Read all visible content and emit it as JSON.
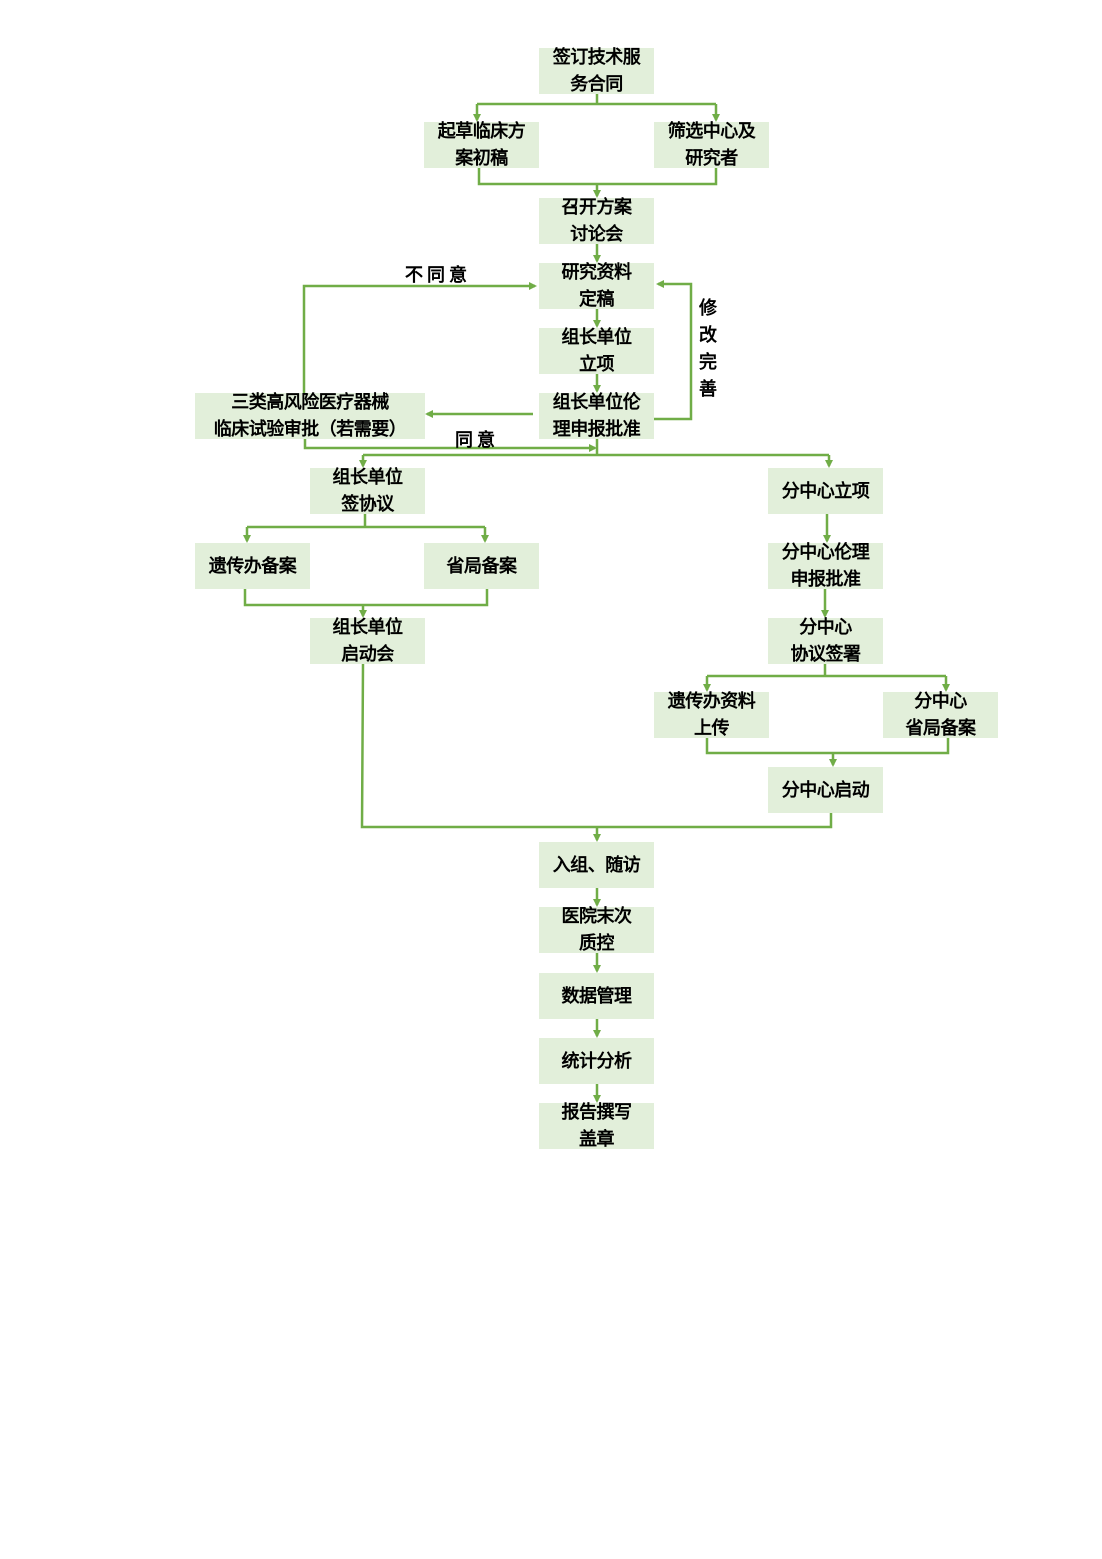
{
  "colors": {
    "box_fill": "#e2efda",
    "connector": "#70ad47",
    "text": "#000000"
  },
  "nodes": {
    "sign_contract": "签订技术服\n务合同",
    "draft_protocol": "起草临床方\n案初稿",
    "screen_centers": "筛选中心及\n研究者",
    "protocol_meeting": "召开方案\n讨论会",
    "finalize_docs": "研究资料\n定稿",
    "lead_project": "组长单位\n立项",
    "lead_ethics": "组长单位伦\n理申报批准",
    "class3_approval": "三类高风险医疗器械\n临床试验审批（若需要）",
    "lead_agreement": "组长单位\n签协议",
    "sub_project": "分中心立项",
    "genetic_filing": "遗传办备案",
    "province_filing": "省局备案",
    "sub_ethics": "分中心伦理\n申报批准",
    "lead_kickoff": "组长单位\n启动会",
    "sub_agreement": "分中心\n协议签署",
    "genetic_upload": "遗传办资料\n上传",
    "sub_province_filing": "分中心\n省局备案",
    "sub_start": "分中心启动",
    "enroll_followup": "入组、随访",
    "final_qc": "医院末次\n质控",
    "data_mgmt": "数据管理",
    "stat_analysis": "统计分析",
    "report_seal": "报告撰写\n盖章"
  },
  "labels": {
    "disagree": "不同意",
    "agree": "同意",
    "revise": "修改完善"
  }
}
